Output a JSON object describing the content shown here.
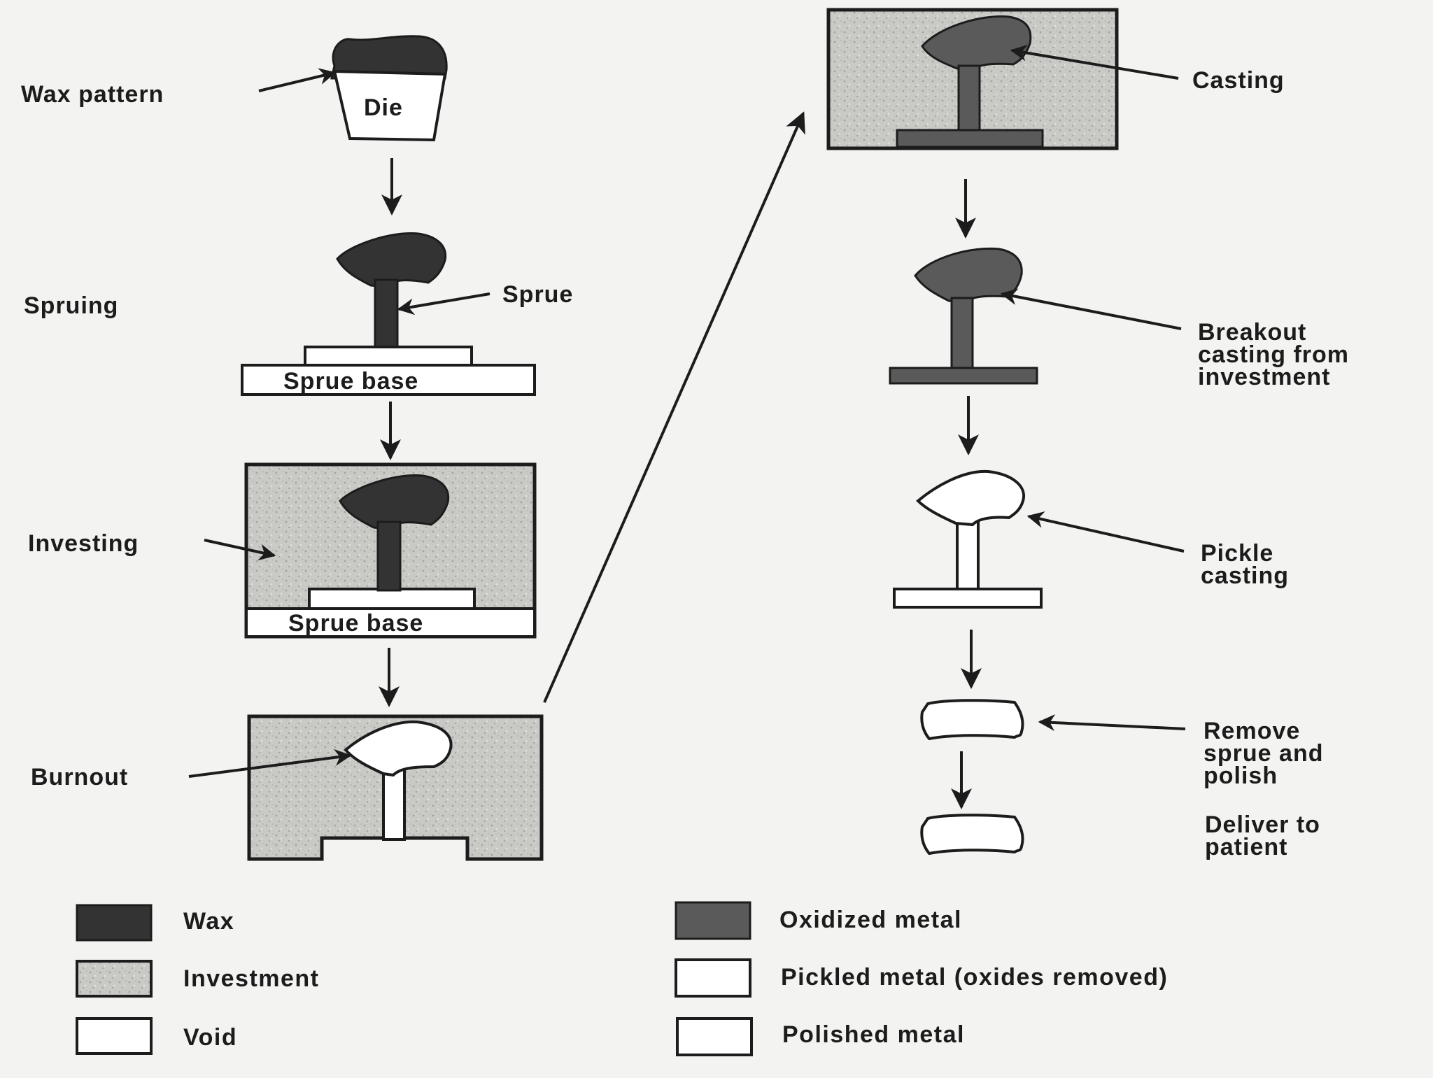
{
  "labels": {
    "wax_pattern": "Wax pattern",
    "die": "Die",
    "spruing": "Spruing",
    "sprue": "Sprue",
    "sprue_base_1": "Sprue base",
    "investing": "Investing",
    "sprue_base_2": "Sprue base",
    "burnout": "Burnout",
    "casting": "Casting",
    "breakout": [
      "Breakout",
      "casting from",
      "investment"
    ],
    "pickle": [
      "Pickle",
      "casting"
    ],
    "remove": [
      "Remove",
      "sprue and",
      "polish"
    ],
    "deliver": [
      "Deliver to",
      "patient"
    ]
  },
  "legend": [
    {
      "label": "Wax",
      "swatch": "wax"
    },
    {
      "label": "Investment",
      "swatch": "investment"
    },
    {
      "label": "Void",
      "swatch": "void"
    },
    {
      "label": "Oxidized metal",
      "swatch": "oxidized"
    },
    {
      "label": "Pickled metal (oxides removed)",
      "swatch": "pickled"
    },
    {
      "label": "Polished metal",
      "swatch": "polished"
    }
  ],
  "colors": {
    "ink": "#1c1c1c",
    "wax": "#333333",
    "investment": "#c9c9c6",
    "oxidized": "#5a5a5a",
    "background": "#f3f3f1"
  }
}
